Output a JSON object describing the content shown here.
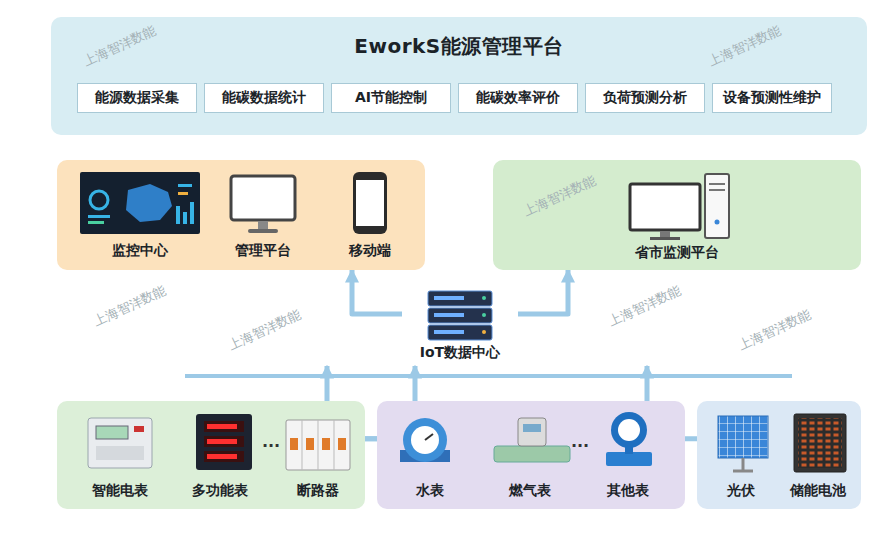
{
  "diagram": {
    "nodes": [
      {
        "text": [
          "EworkS能源管理平台"
        ]
      },
      {
        "text": [
          "能源数据采集"
        ],
        "in": 0
      },
      {
        "text": [
          "能碳数据统计"
        ],
        "in": 0
      },
      {
        "text": [
          "AI节能控制"
        ],
        "in": 0
      },
      {
        "text": [
          "能碳效率评价"
        ],
        "in": 0
      },
      {
        "text": [
          "负荷预测分析"
        ],
        "in": 0
      },
      {
        "text": [
          "设备预测性维护"
        ],
        "in": 0
      },
      {
        "text": []
      },
      {
        "text": [
          "监控中心"
        ],
        "in": 7
      },
      {
        "text": [
          "管理平台"
        ],
        "in": 7
      },
      {
        "text": [
          "移动端"
        ],
        "in": 7
      },
      {
        "text": [
          "省市监测平台"
        ]
      },
      {
        "text": [
          "IoT数据中心"
        ]
      },
      {
        "text": []
      },
      {
        "text": [
          "智能电表"
        ],
        "in": 13
      },
      {
        "text": [
          "多功能表"
        ],
        "in": 13
      },
      {
        "text": [
          "断路器"
        ],
        "in": 13
      },
      {
        "text": []
      },
      {
        "text": [
          "水表"
        ],
        "in": 17
      },
      {
        "text": [
          "燃气表"
        ],
        "in": 17
      },
      {
        "text": [
          "其他表"
        ],
        "in": 17
      },
      {
        "text": []
      },
      {
        "text": [
          "光伏"
        ],
        "in": 21
      },
      {
        "text": [
          "储能电池"
        ],
        "in": 21
      }
    ],
    "edges": [
      {
        "from": 12,
        "to": 7,
        "arrow": "to"
      },
      {
        "from": 12,
        "to": 11,
        "arrow": "to"
      },
      {
        "from": 13,
        "to": 12,
        "arrow": "to"
      },
      {
        "from": 17,
        "to": 12,
        "arrow": "to"
      },
      {
        "from": 21,
        "to": 12,
        "arrow": "to"
      }
    ],
    "labels": [
      "···",
      "···",
      "上海智洋数能",
      "上海智洋数能",
      "上海智洋数能",
      "上海智洋数能",
      "上海智洋数能",
      "上海智洋数能",
      "上海智洋数能"
    ]
  }
}
